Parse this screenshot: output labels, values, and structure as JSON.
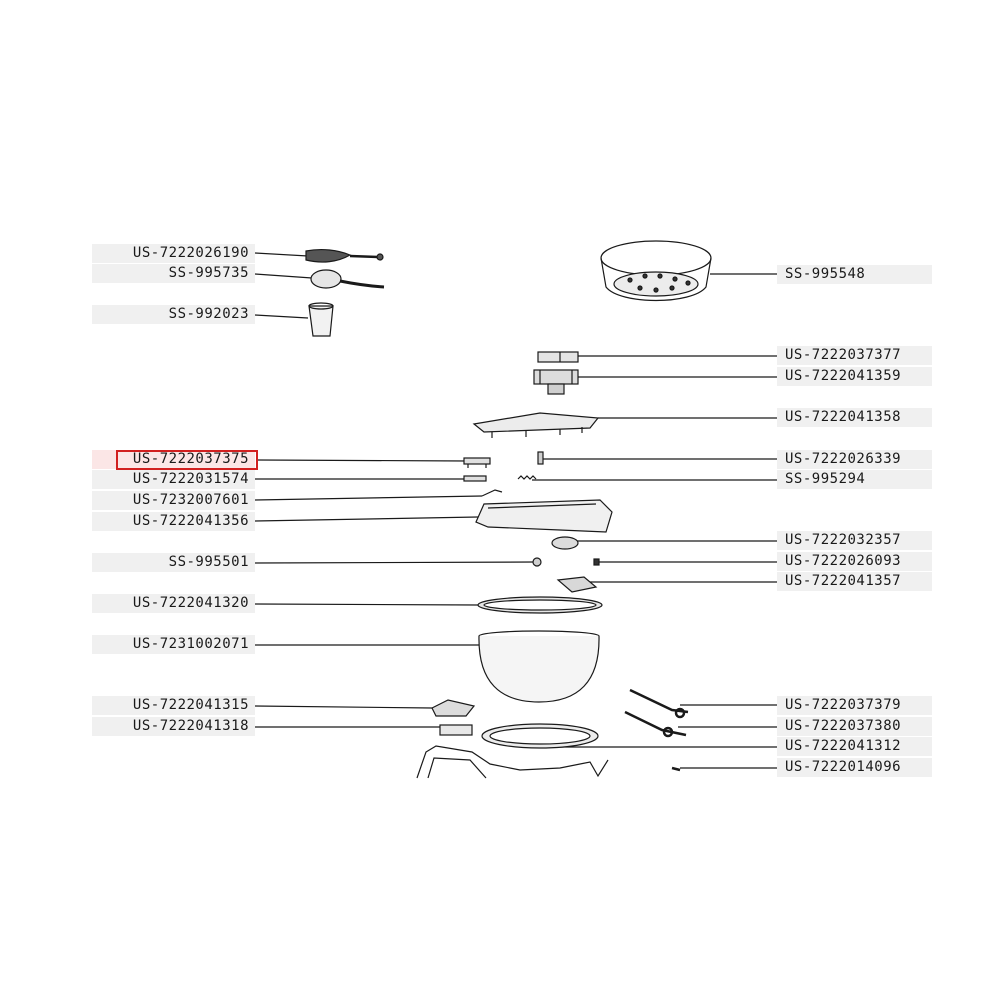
{
  "selected_part": "US-7222037375",
  "colors": {
    "highlight": "#d21f1f",
    "label_bg": "#f0f0f0",
    "line": "#1a1a1a"
  },
  "left_labels": [
    "US-7222026190",
    "SS-995735",
    "SS-992023",
    "US-7222037375",
    "US-7222031574",
    "US-7232007601",
    "US-7222041356",
    "SS-995501",
    "US-7222041320",
    "US-7231002071",
    "US-7222041315",
    "US-7222041318"
  ],
  "right_labels": [
    "SS-995548",
    "US-7222037377",
    "US-7222041359",
    "US-7222041358",
    "US-7222026339",
    "SS-995294",
    "US-7222032357",
    "US-7222026093",
    "US-7222041357",
    "US-7222037379",
    "US-7222037380",
    "US-7222041312",
    "US-7222014096"
  ]
}
